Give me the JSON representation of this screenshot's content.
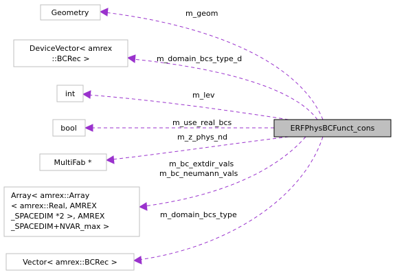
{
  "diagram": {
    "main_node": {
      "label": "ERFPhysBCFunct_cons"
    },
    "nodes": [
      {
        "key": "geometry",
        "lines": [
          "Geometry"
        ]
      },
      {
        "key": "device-vector-bcrec",
        "lines": [
          "DeviceVector< amrex",
          "::BCRec >"
        ]
      },
      {
        "key": "int",
        "lines": [
          "int"
        ]
      },
      {
        "key": "bool",
        "lines": [
          "bool"
        ]
      },
      {
        "key": "multifab-ptr",
        "lines": [
          "MultiFab *"
        ]
      },
      {
        "key": "array-array-real",
        "lines": [
          "Array< amrex::Array",
          "< amrex::Real, AMREX",
          "_SPACEDIM *2 >, AMREX",
          "_SPACEDIM+NVAR_max >"
        ]
      },
      {
        "key": "vector-bcrec",
        "lines": [
          "Vector< amrex::BCRec >"
        ]
      }
    ],
    "edges": [
      {
        "target": "geometry",
        "labels": [
          "m_geom"
        ]
      },
      {
        "target": "device-vector-bcrec",
        "labels": [
          "m_domain_bcs_type_d"
        ]
      },
      {
        "target": "int",
        "labels": [
          "m_lev"
        ]
      },
      {
        "target": "bool",
        "labels": [
          "m_use_real_bcs"
        ]
      },
      {
        "target": "multifab-ptr",
        "labels": [
          "m_z_phys_nd"
        ]
      },
      {
        "target": "array-array-real",
        "labels": [
          "m_bc_extdir_vals",
          "m_bc_neumann_vals"
        ]
      },
      {
        "target": "vector-bcrec",
        "labels": [
          "m_domain_bcs_type"
        ]
      }
    ],
    "colors": {
      "edge": "#9a32cd",
      "node_border": "#bfbfbf",
      "main_fill": "#bfbfbf",
      "main_border": "#000000"
    }
  }
}
